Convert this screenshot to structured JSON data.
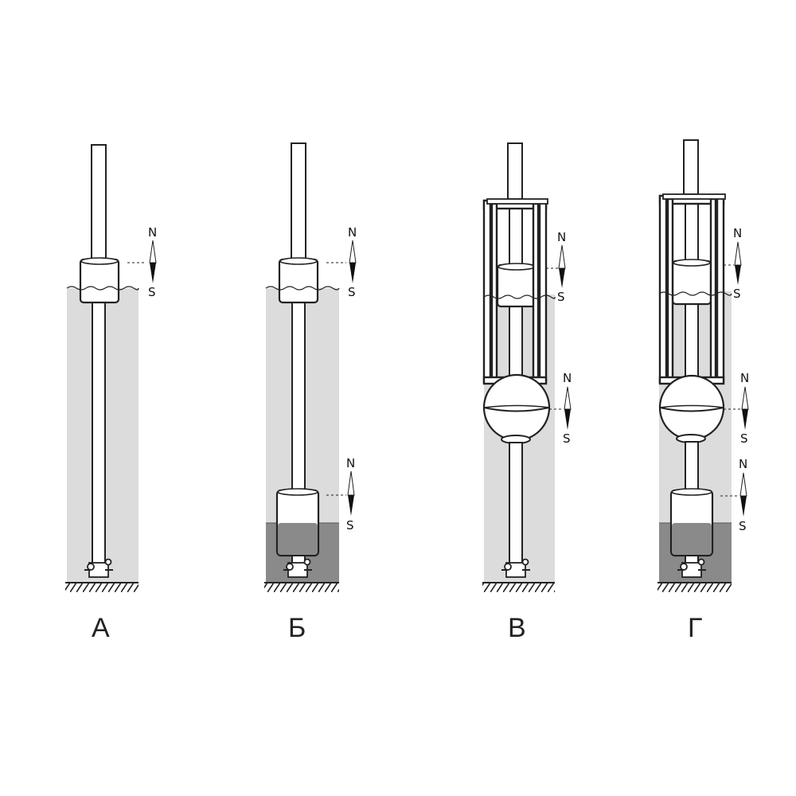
{
  "diagrams": [
    {
      "label": "А",
      "north": "N",
      "south": "S"
    },
    {
      "label": "Б",
      "north": "N",
      "south": "S"
    },
    {
      "label": "В",
      "north": "N",
      "south": "S"
    },
    {
      "label": "Г",
      "north": "N",
      "south": "S"
    }
  ],
  "colors": {
    "liquid_light": "#dcdcdc",
    "liquid_dark": "#8a8a8a",
    "line": "#222222"
  }
}
